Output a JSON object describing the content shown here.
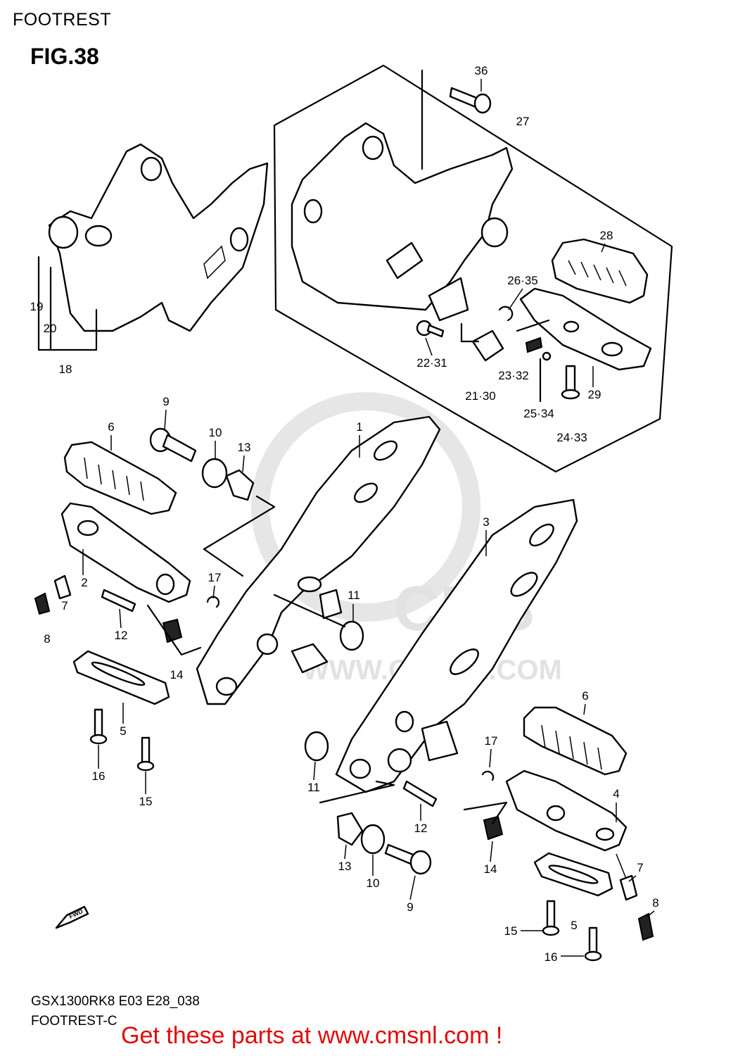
{
  "header": {
    "section": "FOOTREST",
    "figure": "FIG.38"
  },
  "watermark": {
    "brand": "CMS",
    "site": "WWW.CMSNL.COM"
  },
  "callouts": [
    {
      "id": "c36",
      "text": "36"
    },
    {
      "id": "c27",
      "text": "27"
    },
    {
      "id": "c28",
      "text": "28"
    },
    {
      "id": "c26_35",
      "text": "26·35"
    },
    {
      "id": "c22_31",
      "text": "22·31"
    },
    {
      "id": "c23_32",
      "text": "23·32"
    },
    {
      "id": "c21_30",
      "text": "21·30"
    },
    {
      "id": "c25_34",
      "text": "25·34"
    },
    {
      "id": "c24_33",
      "text": "24·33"
    },
    {
      "id": "c29",
      "text": "29"
    },
    {
      "id": "c19",
      "text": "19"
    },
    {
      "id": "c20",
      "text": "20"
    },
    {
      "id": "c18",
      "text": "18"
    },
    {
      "id": "c9a",
      "text": "9"
    },
    {
      "id": "c6a",
      "text": "6"
    },
    {
      "id": "c10a",
      "text": "10"
    },
    {
      "id": "c13a",
      "text": "13"
    },
    {
      "id": "c1",
      "text": "1"
    },
    {
      "id": "c3",
      "text": "3"
    },
    {
      "id": "c2",
      "text": "2"
    },
    {
      "id": "c7a",
      "text": "7"
    },
    {
      "id": "c8a",
      "text": "8"
    },
    {
      "id": "c17a",
      "text": "17"
    },
    {
      "id": "c11a",
      "text": "11"
    },
    {
      "id": "c12a",
      "text": "12"
    },
    {
      "id": "c14a",
      "text": "14"
    },
    {
      "id": "c5a",
      "text": "5"
    },
    {
      "id": "c16a",
      "text": "16"
    },
    {
      "id": "c15a",
      "text": "15"
    },
    {
      "id": "c6b",
      "text": "6"
    },
    {
      "id": "c17b",
      "text": "17"
    },
    {
      "id": "c11b",
      "text": "11"
    },
    {
      "id": "c4",
      "text": "4"
    },
    {
      "id": "c12b",
      "text": "12"
    },
    {
      "id": "c13b",
      "text": "13"
    },
    {
      "id": "c10b",
      "text": "10"
    },
    {
      "id": "c14b",
      "text": "14"
    },
    {
      "id": "c9b",
      "text": "9"
    },
    {
      "id": "c7b",
      "text": "7"
    },
    {
      "id": "c8b",
      "text": "8"
    },
    {
      "id": "c5b",
      "text": "5"
    },
    {
      "id": "c15b",
      "text": "15"
    },
    {
      "id": "c16b",
      "text": "16"
    }
  ],
  "fwd_label": "FWD",
  "footer": {
    "code": "GSX1300RK8 E03 E28_038",
    "subtitle": "FOOTREST-C",
    "cta": "Get these parts at www.cmsnl.com !",
    "cta_color": "#e10b0b"
  }
}
